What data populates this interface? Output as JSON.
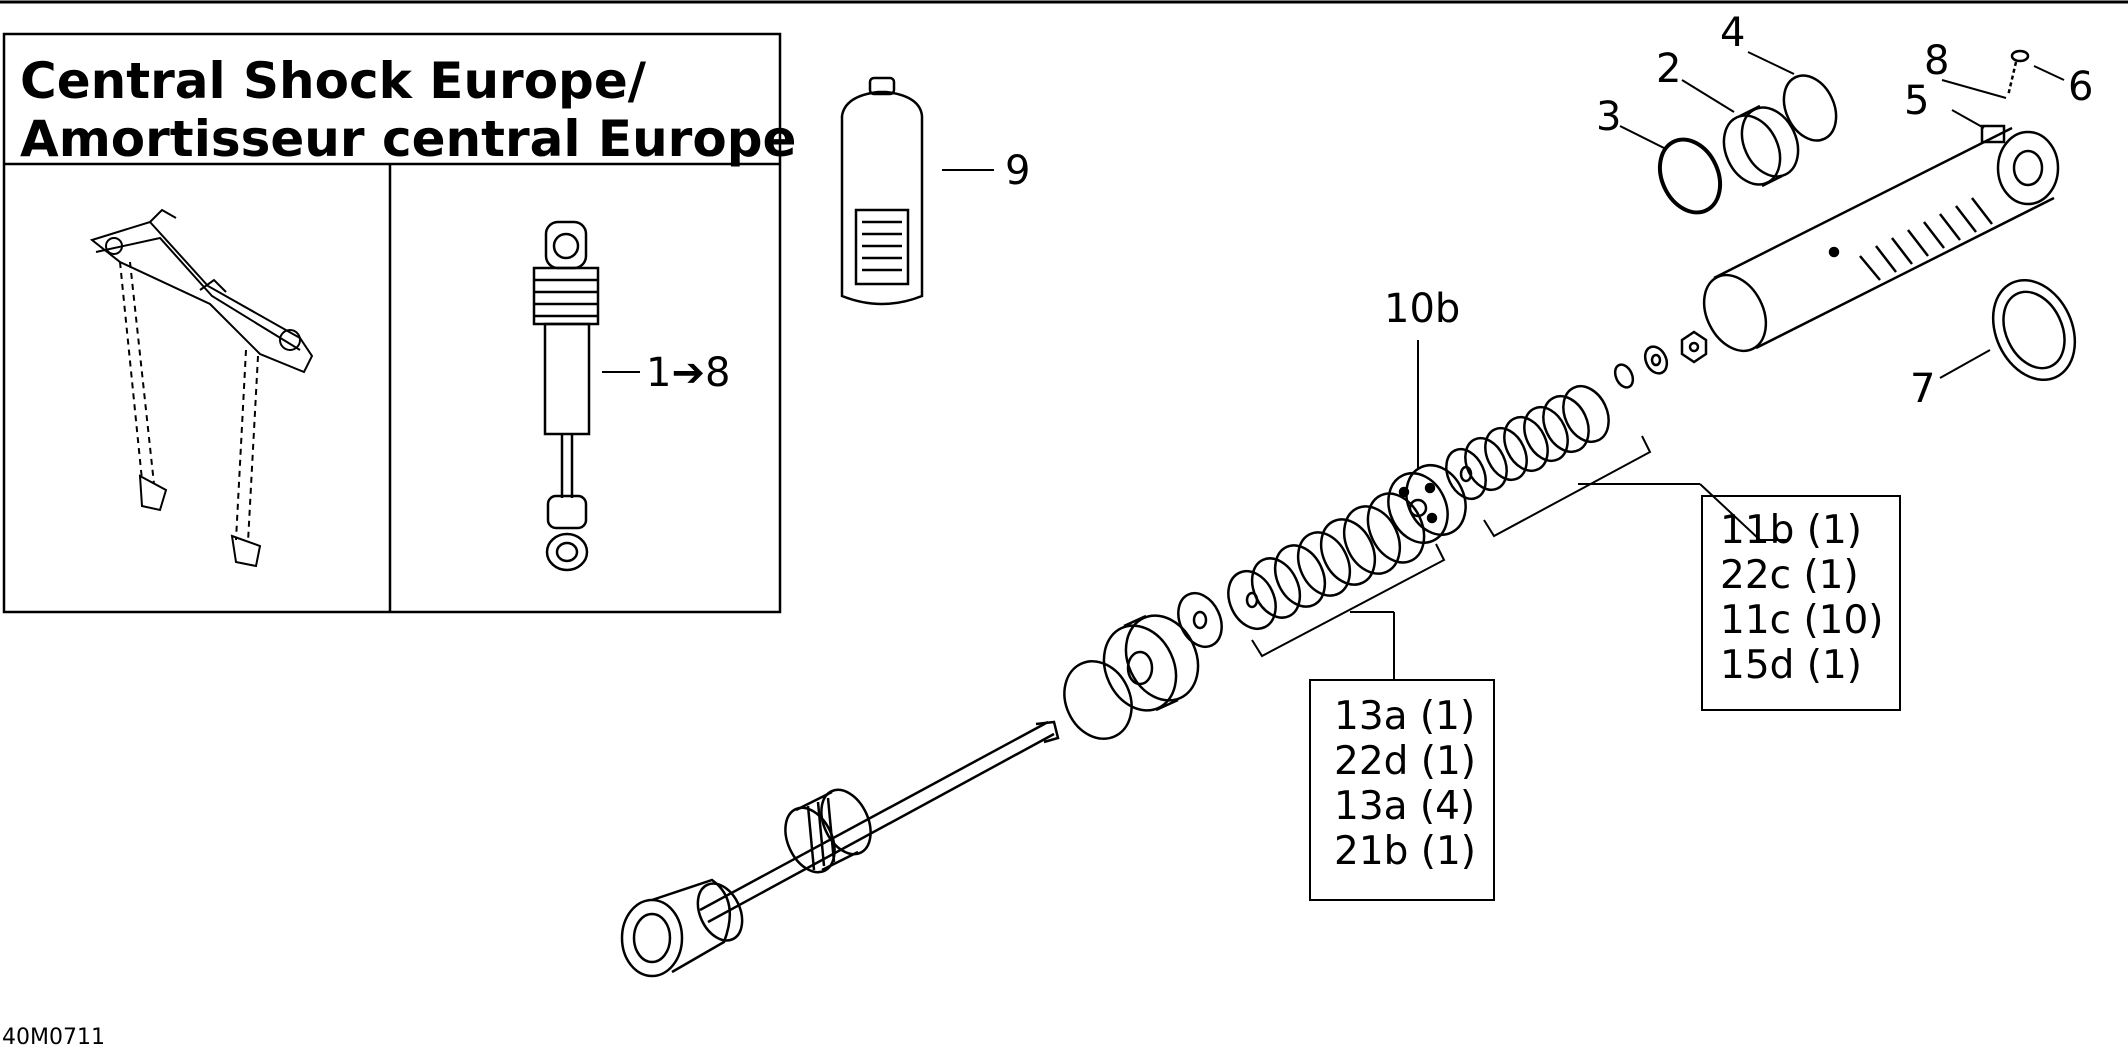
{
  "title": {
    "line1": "Central Shock Europe/",
    "line2": "Amortisseur central Europe"
  },
  "callouts": {
    "c1to8": "1➔8",
    "c2": "2",
    "c3": "3",
    "c4": "4",
    "c5": "5",
    "c6": "6",
    "c7": "7",
    "c8": "8",
    "c9": "9",
    "c10b": "10b"
  },
  "qty_box_upper": {
    "lines": [
      "11b (1)",
      "22c (1)",
      "11c (10)",
      "15d (1)"
    ]
  },
  "qty_box_lower": {
    "lines": [
      "13a (1)",
      "22d (1)",
      "13a (4)",
      "21b (1)"
    ]
  },
  "drawing_code": "40M0711"
}
